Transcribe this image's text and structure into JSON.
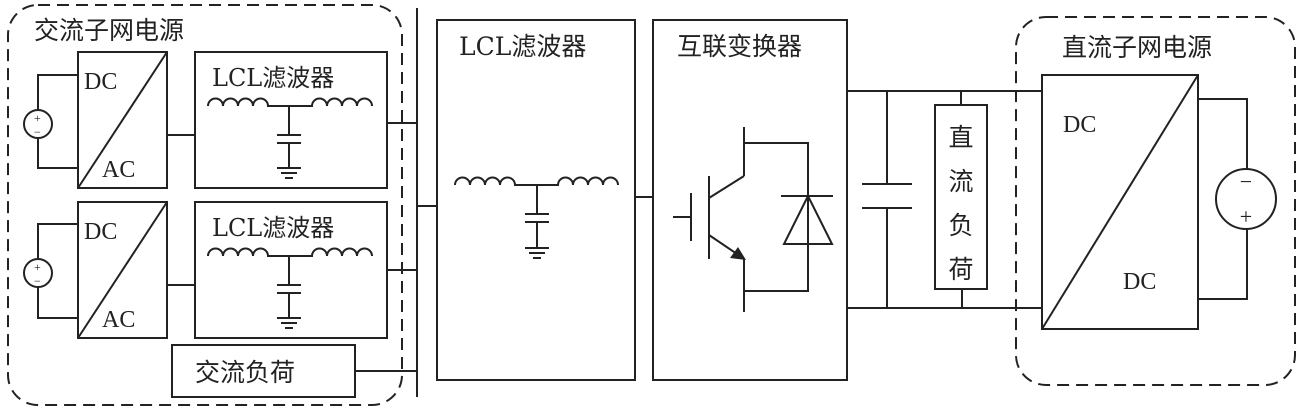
{
  "ac_subgrid": {
    "title": "交流子网电源",
    "converters": [
      {
        "top": "DC",
        "bottom": "AC",
        "filter": "LCL滤波器"
      },
      {
        "top": "DC",
        "bottom": "AC",
        "filter": "LCL滤波器"
      }
    ],
    "ac_load": "交流负荷",
    "source_plus": "+",
    "source_minus": "−"
  },
  "main_filter": {
    "title": "LCL滤波器"
  },
  "interlink_converter": {
    "title": "互联变换器"
  },
  "dc_load": {
    "chars": [
      "直",
      "流",
      "负",
      "荷"
    ]
  },
  "dc_subgrid": {
    "title": "直流子网电源",
    "top": "DC",
    "bottom": "DC",
    "source_plus": "+",
    "source_minus": "−"
  }
}
